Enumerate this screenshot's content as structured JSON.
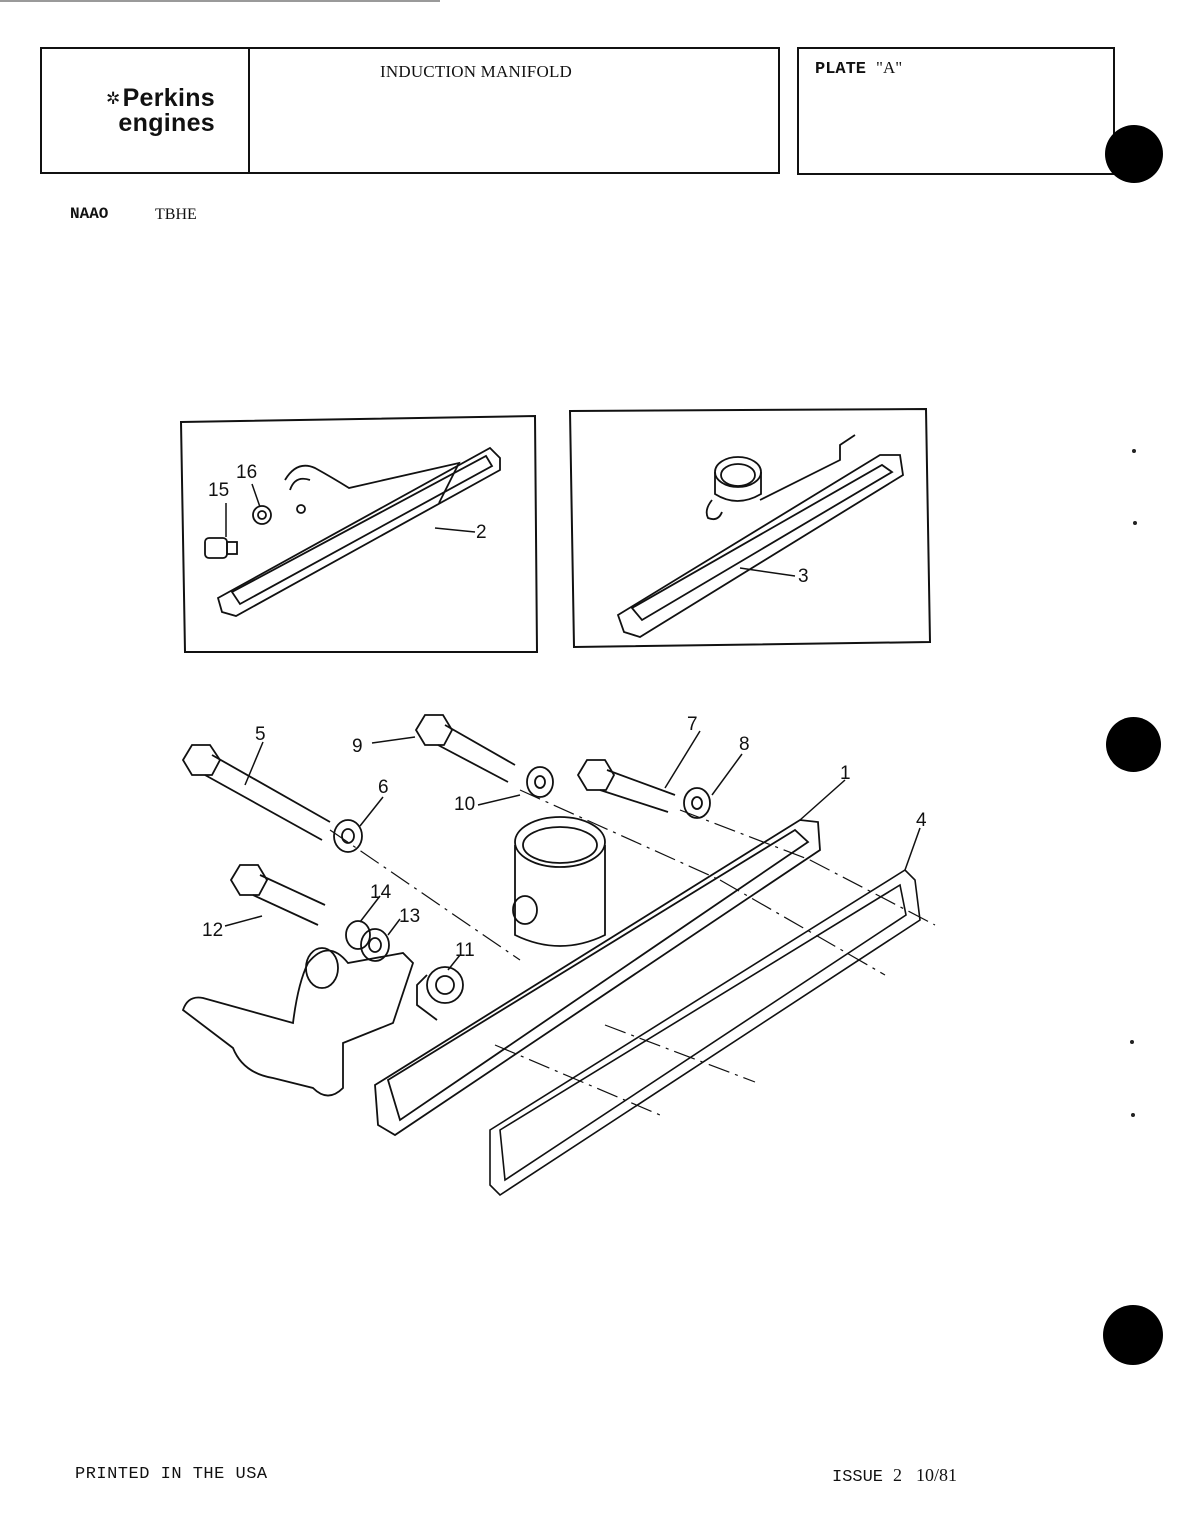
{
  "header": {
    "logo": {
      "mark": "✲",
      "line1": "Perkins",
      "line2": "engines"
    },
    "title": "INDUCTION MANIFOLD",
    "plate_label": "PLATE",
    "plate_value": "\"A\""
  },
  "engine_codes": {
    "code1": "NAAO",
    "code2": "TBHE"
  },
  "diagram": {
    "inset_left": {
      "callouts": [
        "15",
        "16",
        "2"
      ]
    },
    "inset_right": {
      "callouts": [
        "3"
      ]
    },
    "main": {
      "callouts": [
        "5",
        "9",
        "7",
        "8",
        "6",
        "10",
        "1",
        "4",
        "14",
        "13",
        "12",
        "11"
      ]
    }
  },
  "footer": {
    "printed": "PRINTED IN THE USA",
    "issue_label": "ISSUE",
    "issue_number": "2",
    "issue_date": "10/81"
  }
}
